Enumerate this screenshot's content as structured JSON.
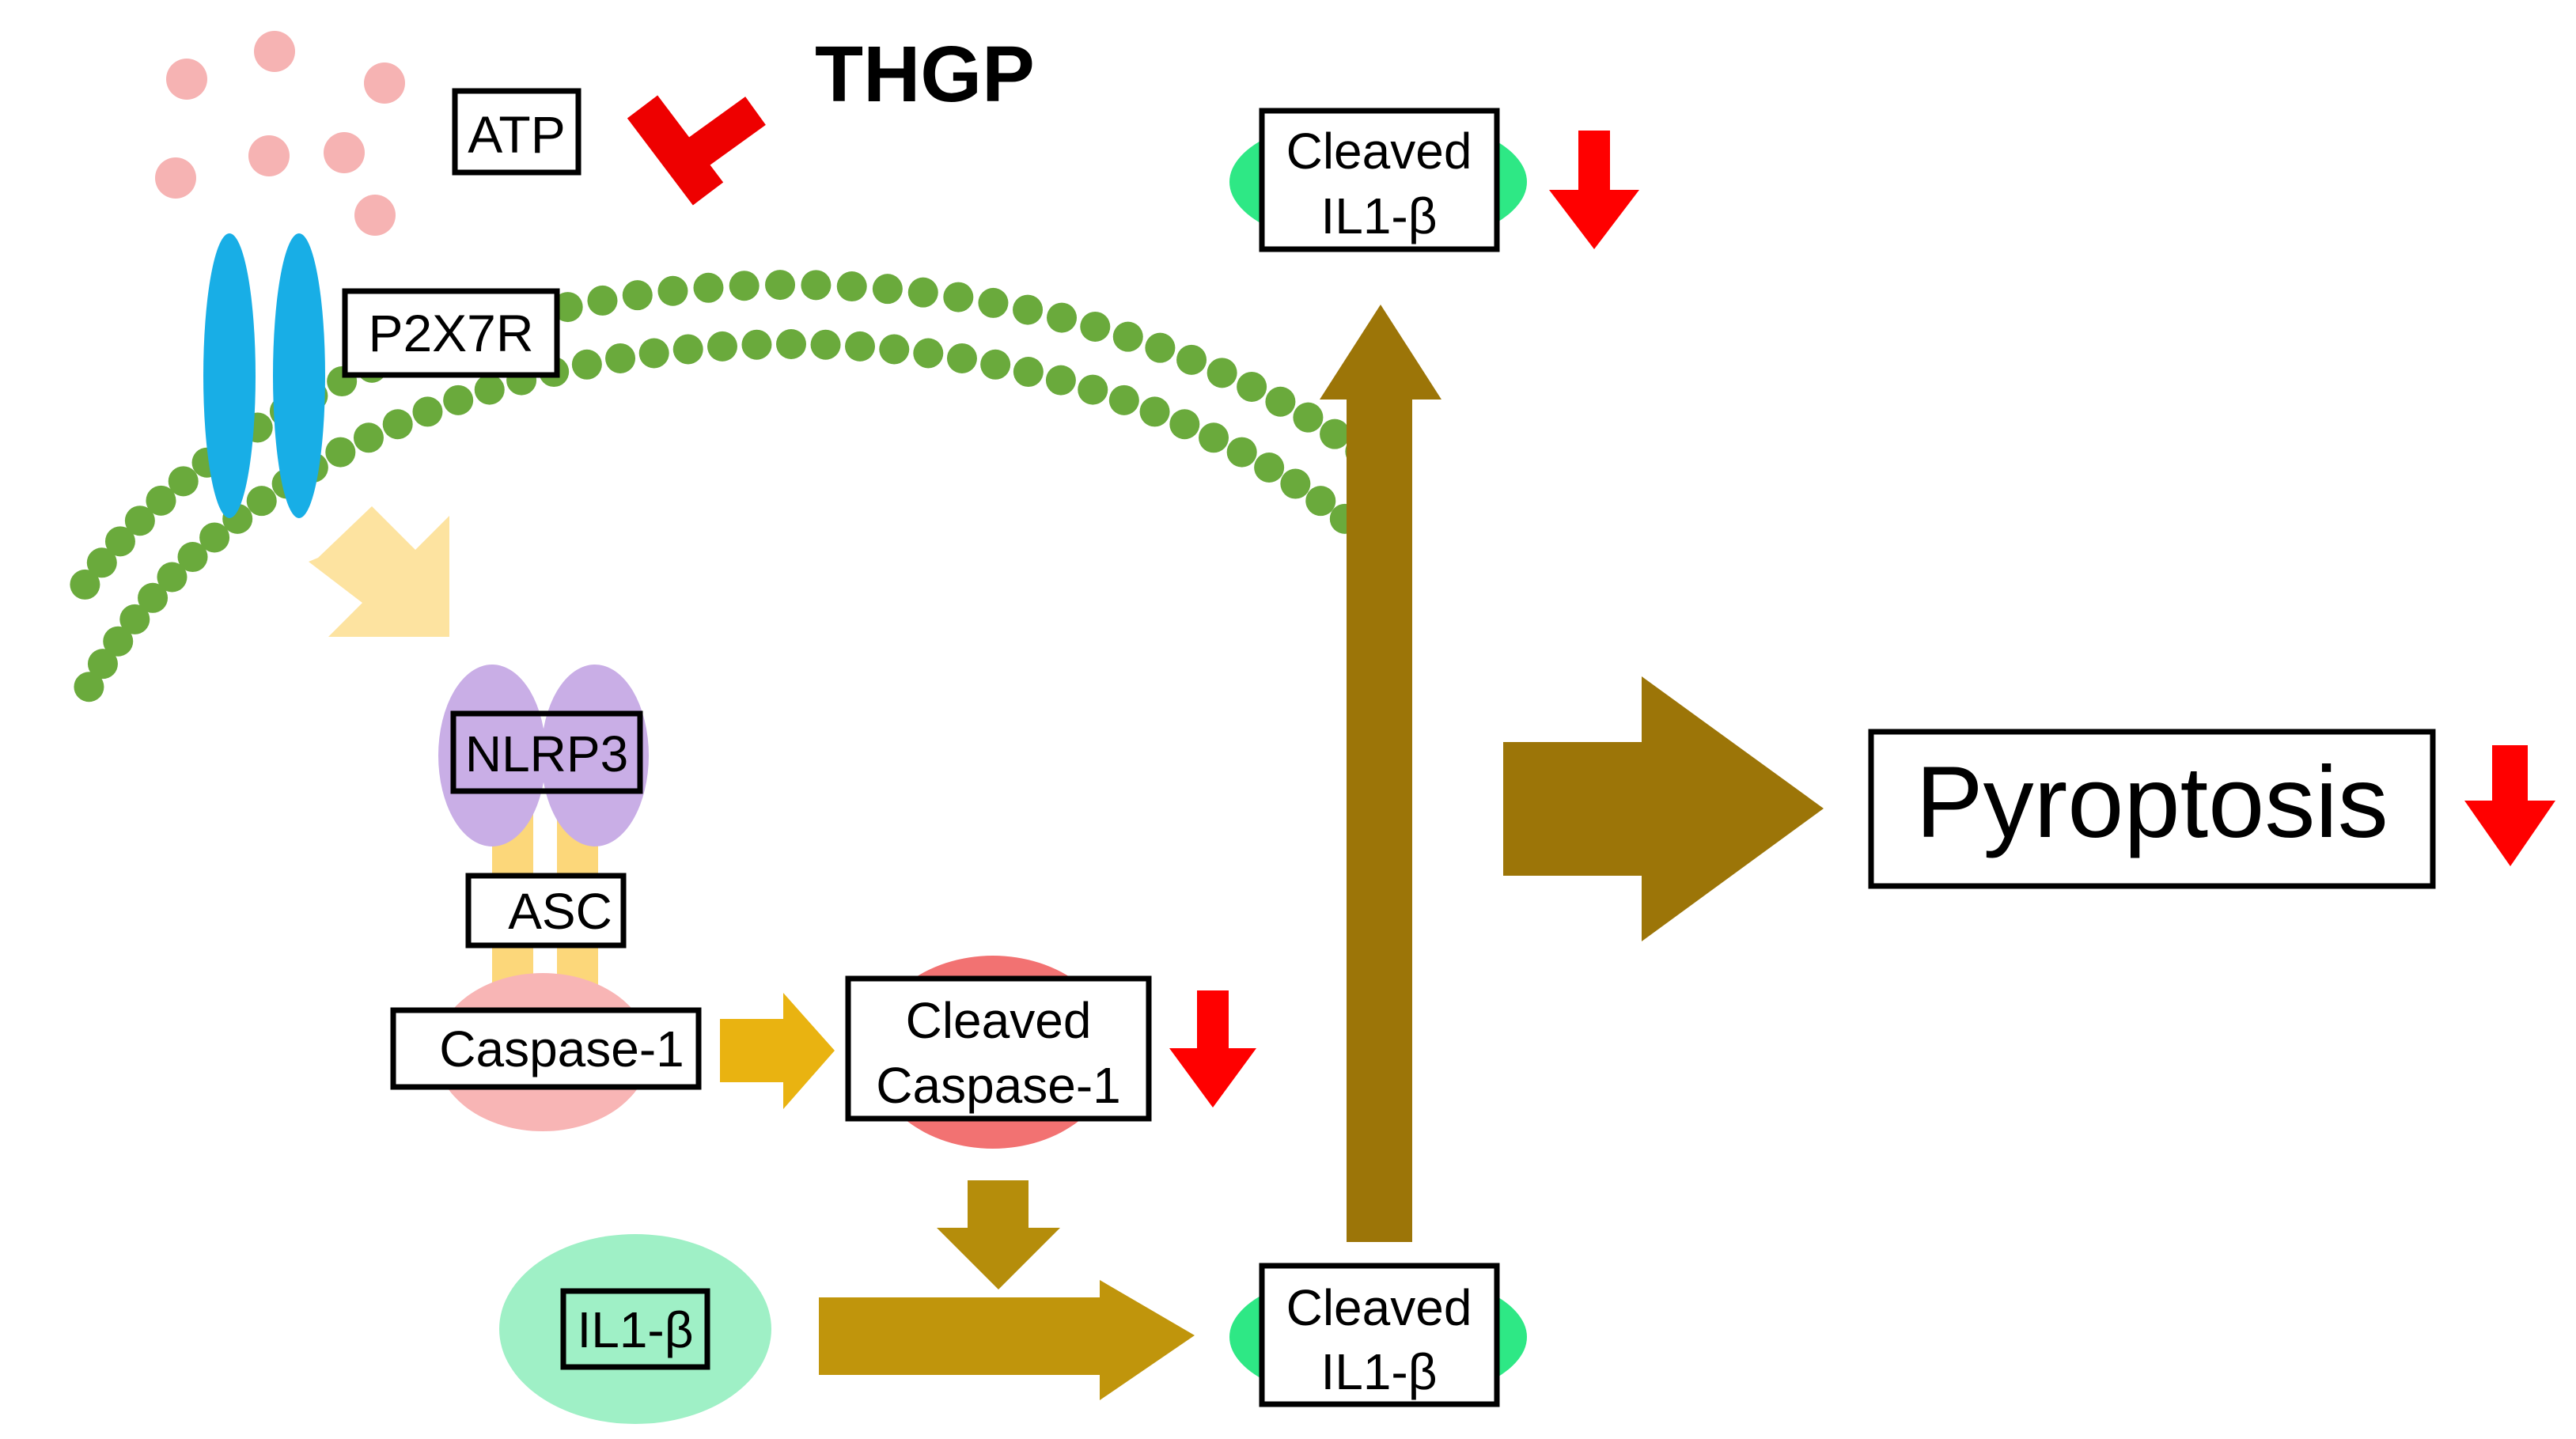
{
  "labels": {
    "inhibitor": "THGP",
    "atp": "ATP",
    "p2x7r": "P2X7R",
    "nlrp3": "NLRP3",
    "asc": "ASC",
    "caspase1": "Caspase-1",
    "cleaved_caspase1_line1": "Cleaved",
    "cleaved_caspase1_line2": "Caspase-1",
    "il1b": "IL1-β",
    "cleaved_il1b_bottom_line1": "Cleaved",
    "cleaved_il1b_bottom_line2": "IL1-β",
    "cleaved_il1b_top_line1": "Cleaved",
    "cleaved_il1b_top_line2": "IL1-β",
    "pyroptosis": "Pyroptosis"
  },
  "colors": {
    "atp_dots": "#f6b3b3",
    "membrane_dots": "#6aaa3c",
    "receptor": "#18aee6",
    "inhibit_red": "#ee0000",
    "down_arrow_red": "#ff0000",
    "light_arrow": "#fde3a0",
    "nlrp3": "#c9aee6",
    "asc_connector": "#fcd77a",
    "caspase_blob": "#f8b5b5",
    "cleaved_caspase_blob": "#f27272",
    "gold_arrow": "#e9b311",
    "brown_arrow_light": "#c0950c",
    "brown_arrow": "#9c7508",
    "il1b_blob": "#9ff0c6",
    "cleaved_il1b_blob": "#2ee885"
  }
}
